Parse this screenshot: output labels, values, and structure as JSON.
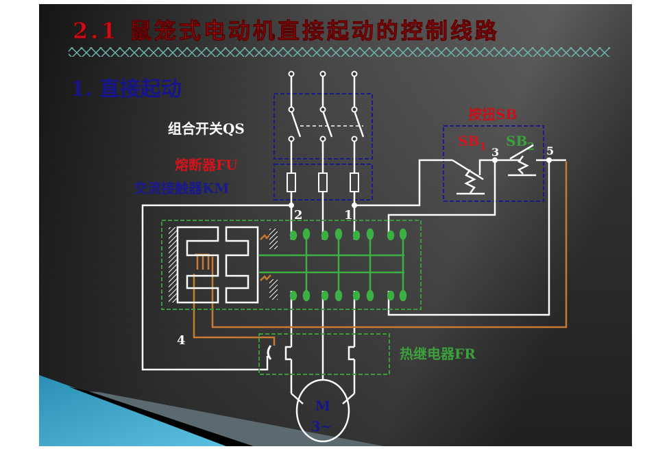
{
  "slide": {
    "title": "2.1 鼠笼式电动机直接起动的控制线路",
    "subtitle": "1. 直接起动"
  },
  "labels": {
    "qs": "组合开关QS",
    "fu": "熔断器FU",
    "km": "交流接触器KM",
    "sb": "按扭SB",
    "sb1": "SB",
    "sb1_sub": "1",
    "sb2": "SB",
    "sb2_sub": "2",
    "fr": "热继电器FR",
    "node1": "1",
    "node2": "2",
    "node3": "3",
    "node4": "4",
    "node5": "5",
    "motor_m": "M",
    "motor_phase": "3~"
  },
  "colors": {
    "title_red": "#c8101a",
    "subtitle_blue": "#16168a",
    "wire_white": "#ffffff",
    "wire_orange": "#c87a30",
    "contact_green": "#3cb043",
    "box_blue": "#1a1a8c",
    "box_green": "#3c9c3c"
  }
}
